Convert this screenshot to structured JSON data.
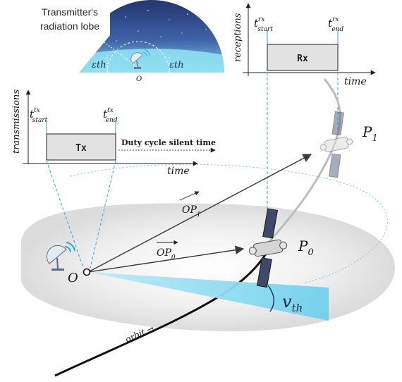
{
  "inset": {
    "lobe_label_line1": "Transmitter's",
    "lobe_label_line2": "radiation lobe",
    "eps_left": "εth",
    "eps_right": "εth",
    "origin": "O"
  },
  "tx_plot": {
    "ylabel": "transmissions",
    "xlabel": "time",
    "start_base": "t",
    "start_sup": "tx",
    "start_sub": "start",
    "end_base": "t",
    "end_sup": "tx",
    "end_sub": "end",
    "box_label": "Tx",
    "silent_label": "Duty cycle silent time"
  },
  "rx_plot": {
    "ylabel": "receptions",
    "xlabel": "time",
    "start_base": "t",
    "start_sup": "rx",
    "start_sub": "start",
    "end_base": "t",
    "end_sup": "rx",
    "end_sub": "end",
    "box_label": "Rx"
  },
  "scene": {
    "origin": "O",
    "p0_base": "P",
    "p0_sub": "0",
    "p1_base": "P",
    "p1_sub": "1",
    "op0_base": "OP",
    "op0_sub": "0",
    "op1_base": "OP",
    "op1_sub": "1",
    "vth_base": "v",
    "vth_sub": "th",
    "orbit_label": "orbit →"
  },
  "colors": {
    "sky_dark": "#2c3f7c",
    "sky_light": "#7fd8ee",
    "wedge": "#7fd6ee",
    "dashed": "#2aa6d6",
    "box_fill": "#e2e2e2",
    "ground": "#e9e9e9"
  },
  "icons": [
    "satellite-dish-icon",
    "satellite-icon"
  ]
}
